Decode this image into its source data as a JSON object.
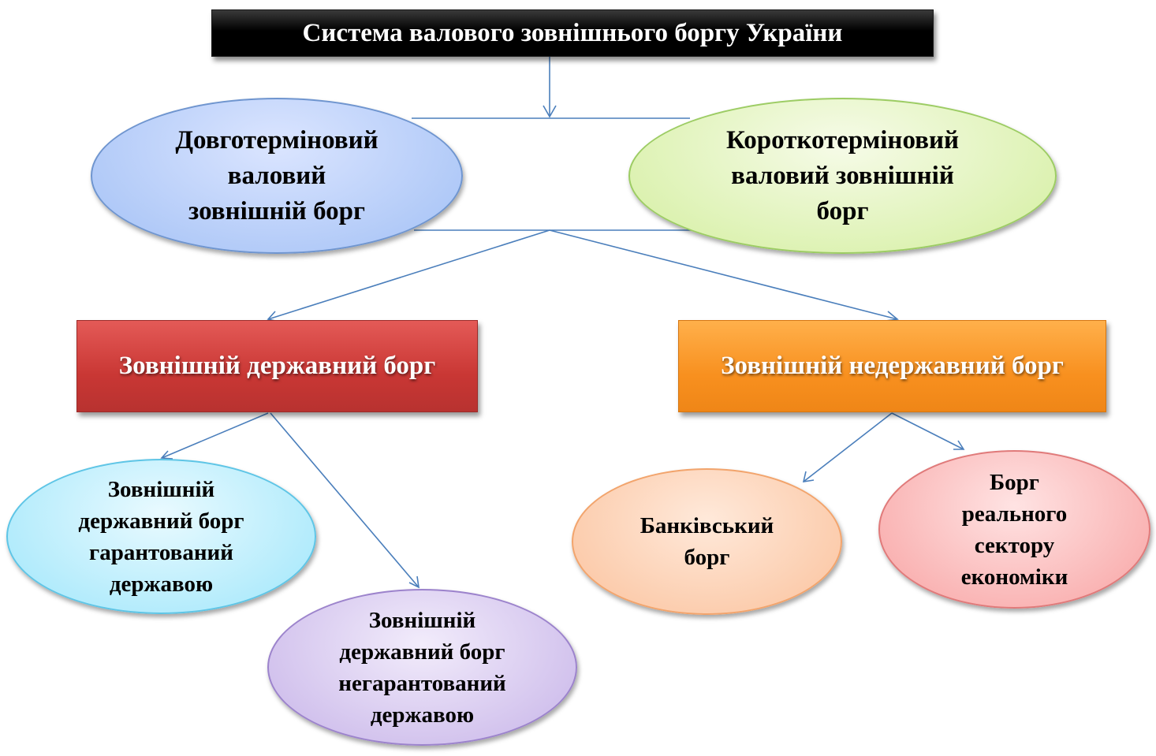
{
  "diagram": {
    "title": "Система валового зовнішнього боргу України",
    "by_term": {
      "long_term": "Довготерміновий\nваловий\nзовнішній борг",
      "short_term": "Короткотерміновий\nваловий зовнішній\nборг"
    },
    "by_sector": {
      "state": {
        "label": "Зовнішній державний борг",
        "children": {
          "guaranteed": "Зовнішній\nдержавний борг\nгарантований\nдержавою",
          "non_guaranteed": "Зовнішній\nдержавний борг\nнегарантований\nдержавою"
        }
      },
      "non_state": {
        "label": "Зовнішній недержавний борг",
        "children": {
          "bank": "Банківський\nборг",
          "real_sector": "Борг\nреального\nсектору\nекономіки"
        }
      }
    },
    "colors": {
      "connector": "#4a7ebb",
      "title_bg": "#000000",
      "state_box": "#c93734",
      "non_state_box": "#f8901f"
    }
  }
}
